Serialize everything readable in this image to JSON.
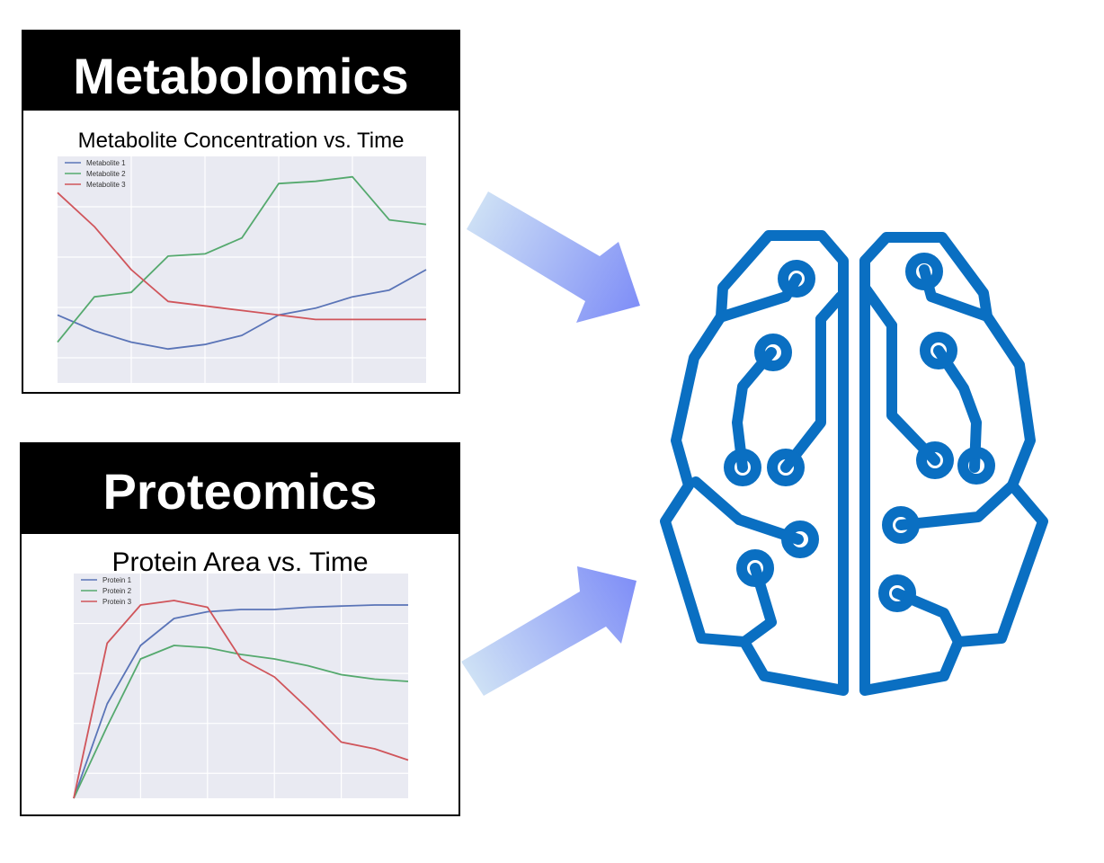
{
  "panels": {
    "metabolomics": {
      "header": "Metabolomics"
    },
    "proteomics": {
      "header": "Proteomics"
    }
  },
  "colors": {
    "series1": "#5a74b7",
    "series2": "#55a96e",
    "series3": "#d0555b",
    "plot_bg": "#e9eaf2",
    "grid": "#ffffff",
    "brain": "#0a6fc2",
    "arrow_start": "#cfe2f5",
    "arrow_end": "#7f8ef7"
  },
  "icons": {
    "brain": "brain-circuit-icon",
    "arrows": "arrow-right-icon"
  },
  "chart_data": [
    {
      "type": "line",
      "title": "Metabolite Concentration vs. Time",
      "x": [
        0,
        1,
        2,
        3,
        4,
        5,
        6,
        7,
        8,
        9,
        10
      ],
      "xlim": [
        0,
        10
      ],
      "ylim": [
        0,
        10
      ],
      "grid": true,
      "legend": "top-left",
      "series": [
        {
          "name": "Metabolite 1",
          "values": [
            3.0,
            2.3,
            1.8,
            1.5,
            1.7,
            2.1,
            3.0,
            3.3,
            3.8,
            4.1,
            5.0
          ]
        },
        {
          "name": "Metabolite 2",
          "values": [
            1.8,
            3.8,
            4.0,
            5.6,
            5.7,
            6.4,
            8.8,
            8.9,
            9.1,
            7.2,
            7.0
          ]
        },
        {
          "name": "Metabolite 3",
          "values": [
            8.4,
            6.9,
            5.0,
            3.6,
            3.4,
            3.2,
            3.0,
            2.8,
            2.8,
            2.8,
            2.8
          ]
        }
      ]
    },
    {
      "type": "line",
      "title": "Protein Area vs. Time",
      "x": [
        0,
        1,
        2,
        3,
        4,
        5,
        6,
        7,
        8,
        9,
        10
      ],
      "xlim": [
        0,
        10
      ],
      "ylim": [
        0,
        10
      ],
      "grid": true,
      "legend": "top-left",
      "series": [
        {
          "name": "Protein 1",
          "values": [
            0,
            4.2,
            6.8,
            8.0,
            8.3,
            8.4,
            8.4,
            8.5,
            8.55,
            8.6,
            8.6
          ]
        },
        {
          "name": "Protein 2",
          "values": [
            0,
            3.2,
            6.2,
            6.8,
            6.7,
            6.4,
            6.2,
            5.9,
            5.5,
            5.3,
            5.2
          ]
        },
        {
          "name": "Protein 3",
          "values": [
            0,
            6.9,
            8.6,
            8.8,
            8.5,
            6.2,
            5.4,
            4.0,
            2.5,
            2.2,
            1.7
          ]
        }
      ]
    }
  ]
}
